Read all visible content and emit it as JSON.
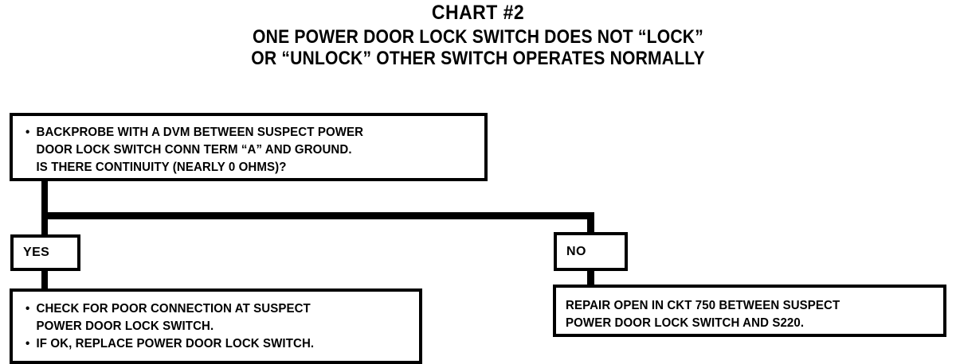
{
  "title": {
    "heading": "CHART #2",
    "subtitle_lines": [
      "ONE POWER DOOR LOCK SWITCH DOES NOT “LOCK”",
      "OR “UNLOCK” OTHER SWITCH OPERATES NORMALLY"
    ]
  },
  "colors": {
    "ink": "#000000",
    "paper": "#ffffff"
  },
  "bullet_glyph": "•",
  "nodes": {
    "question": {
      "lines": [
        "BACKPROBE WITH A DVM BETWEEN SUSPECT POWER",
        "DOOR LOCK SWITCH CONN TERM “A” AND GROUND.",
        "IS THERE CONTINUITY (NEARLY 0 OHMS)?"
      ]
    },
    "yes_decision": {
      "label": "YES"
    },
    "no_decision": {
      "label": "NO"
    },
    "yes_action": {
      "lines": [
        "CHECK FOR POOR CONNECTION AT SUSPECT",
        "POWER DOOR LOCK SWITCH.",
        "IF OK, REPLACE POWER DOOR LOCK SWITCH."
      ]
    },
    "no_action": {
      "lines": [
        "REPAIR OPEN IN CKT 750 BETWEEN SUSPECT",
        "POWER DOOR LOCK SWITCH AND S220."
      ]
    }
  }
}
